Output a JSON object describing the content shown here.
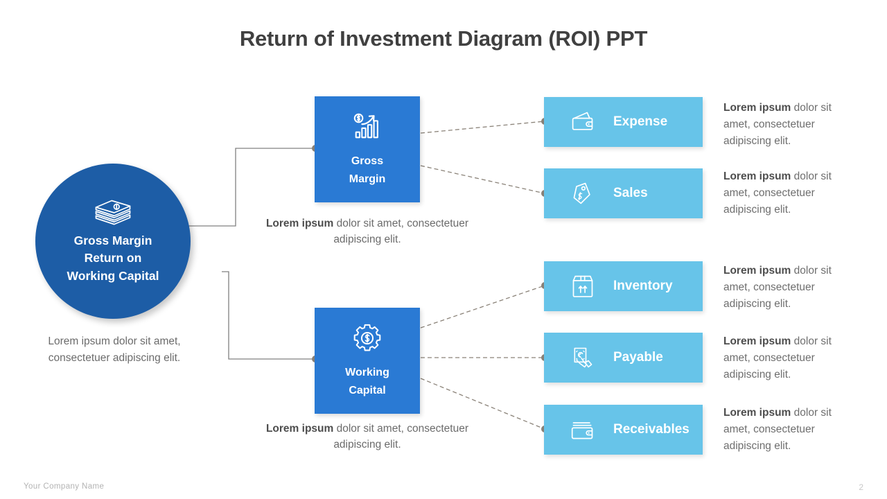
{
  "slide": {
    "title": "Return of Investment Diagram (ROI) PPT",
    "page_number": "2",
    "company": "Your Company Name",
    "colors": {
      "hub_blue": "#1d5da6",
      "mid_blue": "#2a7ad4",
      "bar_blue": "#67c4e9",
      "title_gray": "#404040",
      "body_gray": "#6e6e6e",
      "connector_gray": "#808080"
    }
  },
  "hub": {
    "icon": "money-stack-icon",
    "label": "Gross  Margin\nReturn on\nWorking Capital",
    "caption": "Lorem ipsum dolor sit amet, consectetuer adipiscing elit."
  },
  "branches": [
    {
      "id": "gross-margin",
      "icon": "growth-chart-dollar-icon",
      "label": "Gross\nMargin",
      "caption_bold": "Lorem ipsum",
      "caption_rest": " dolor sit amet, consectetuer adipiscing elit."
    },
    {
      "id": "working-capital",
      "icon": "gear-dollar-icon",
      "label": "Working\nCapital",
      "caption_bold": "Lorem ipsum",
      "caption_rest": " dolor sit amet, consectetuer adipiscing elit."
    }
  ],
  "items": [
    {
      "id": "expense",
      "label": "Expense",
      "icon": "wallet-icon",
      "desc_bold": "Lorem ipsum",
      "desc_rest": " dolor sit amet, consectetuer adipiscing elit."
    },
    {
      "id": "sales",
      "label": "Sales",
      "icon": "price-tag-dollar-icon",
      "desc_bold": "Lorem ipsum",
      "desc_rest": " dolor sit amet, consectetuer adipiscing elit."
    },
    {
      "id": "inventory",
      "label": "Inventory",
      "icon": "box-up-arrows-icon",
      "desc_bold": "Lorem ipsum",
      "desc_rest": " dolor sit amet, consectetuer adipiscing elit."
    },
    {
      "id": "payable",
      "label": "Payable",
      "icon": "hand-money-icon",
      "desc_bold": "Lorem ipsum",
      "desc_rest": " dolor sit amet, consectetuer adipiscing elit."
    },
    {
      "id": "receivables",
      "label": "Receivables",
      "icon": "card-wallet-icon",
      "desc_bold": "Lorem ipsum",
      "desc_rest": " dolor sit amet, consectetuer adipiscing elit."
    }
  ]
}
